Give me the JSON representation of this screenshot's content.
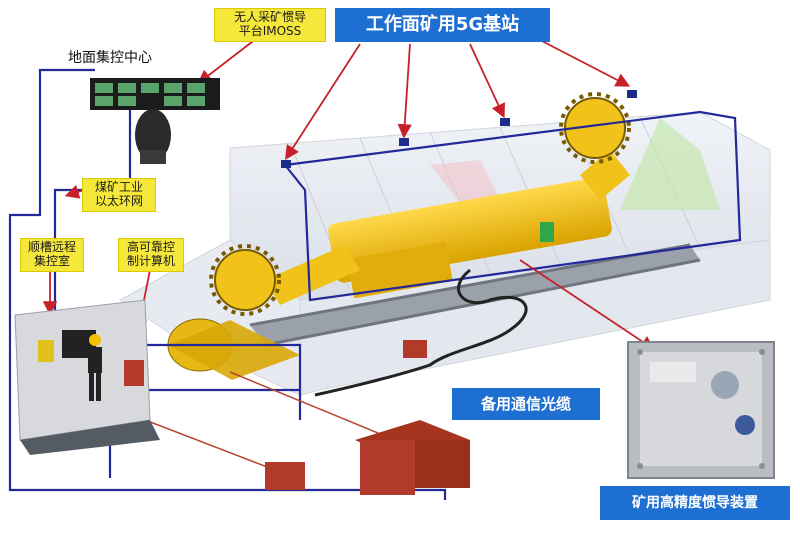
{
  "labels": {
    "station_5g": "工作面矿用5G基站",
    "moss_line1": "无人采矿惯导",
    "moss_line2": "平台IMOSS",
    "ground_center": "地面集控中心",
    "ethernet_line1": "煤矿工业",
    "ethernet_line2": "以太环网",
    "remote_line1": "顺槽远程",
    "remote_line2": "集控室",
    "computer_line1": "高可靠控",
    "computer_line2": "制计算机",
    "fiber_cable": "备用通信光缆",
    "inertial_device": "矿用高精度惯导装置"
  },
  "colors": {
    "network_blue": "#23289a",
    "arrow_red": "#c8202a",
    "label_yellow": "#f6e83a",
    "label_blue": "#1d6fd1",
    "machine_yellow": "#f0c21a",
    "box_red": "#b23a2a"
  },
  "icons": {
    "base_station": "antenna-node-icon",
    "monitor_wall": "monitor-wall-icon",
    "operator": "operator-figure-icon"
  }
}
